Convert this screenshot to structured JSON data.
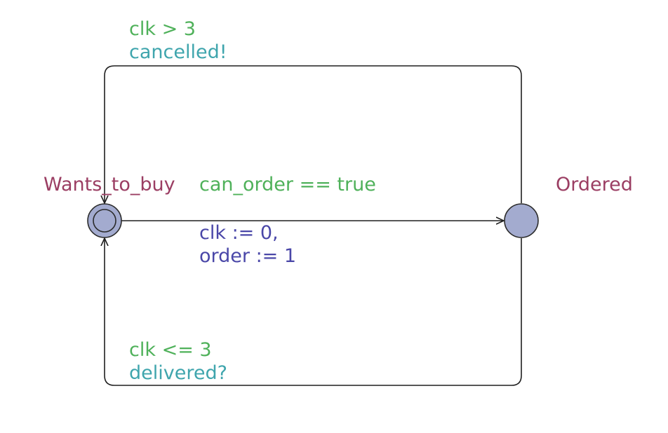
{
  "colors": {
    "location_fill": "#a3abcf",
    "location_stroke": "#2b2b2b",
    "edge_stroke": "#1f1f1f",
    "location_name": "#9b3e63",
    "guard": "#4fb15a",
    "sync": "#3fa5ad",
    "update": "#4a47a8"
  },
  "locations": {
    "initial": {
      "name": "Wants_to_buy",
      "is_initial": true
    },
    "ordered": {
      "name": "Ordered",
      "is_initial": false
    }
  },
  "edges": {
    "order": {
      "guard": "can_order == true",
      "updates": [
        "clk := 0,",
        "order := 1"
      ]
    },
    "cancel": {
      "guard": "clk > 3",
      "sync": "cancelled!"
    },
    "deliver": {
      "guard": "clk <= 3",
      "sync": "delivered?"
    }
  }
}
